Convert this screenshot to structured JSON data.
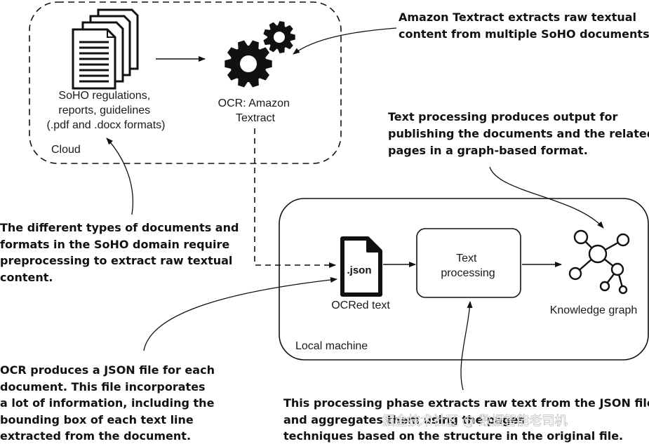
{
  "cloud": {
    "label": "Cloud",
    "docs_label": [
      "SoHO regulations,",
      "reports, guidelines",
      "(.pdf and .docx formats)"
    ],
    "ocr_label": [
      "OCR: Amazon",
      "Textract"
    ]
  },
  "local": {
    "label": "Local machine",
    "json_icon_text": ".json",
    "ocr_text_label": "OCRed text",
    "text_processing": [
      "Text",
      "processing"
    ],
    "kg_label": "Knowledge graph"
  },
  "callouts": {
    "textract": [
      "Amazon Textract extracts raw textual",
      "content from multiple SoHO documents."
    ],
    "text_processing_output": [
      "Text processing produces output for",
      "publishing the documents and the related",
      "pages in a graph-based format."
    ],
    "preprocessing": [
      "The different types of documents and",
      "formats in the SoHO domain require",
      "preprocessing to extract raw textual",
      "content."
    ],
    "ocr_json": [
      "OCR produces a JSON file for each",
      "document. This file incorporates",
      "a lot of information, including the",
      "bounding box of each text line",
      "extracted from the document."
    ],
    "processing_phase": [
      "This processing phase extracts raw text from the JSON files",
      "and aggregates them using the pages",
      "techniques based on the structure in the original file."
    ]
  },
  "watermark": "掘金技术社区 @ 数据智能老司机"
}
